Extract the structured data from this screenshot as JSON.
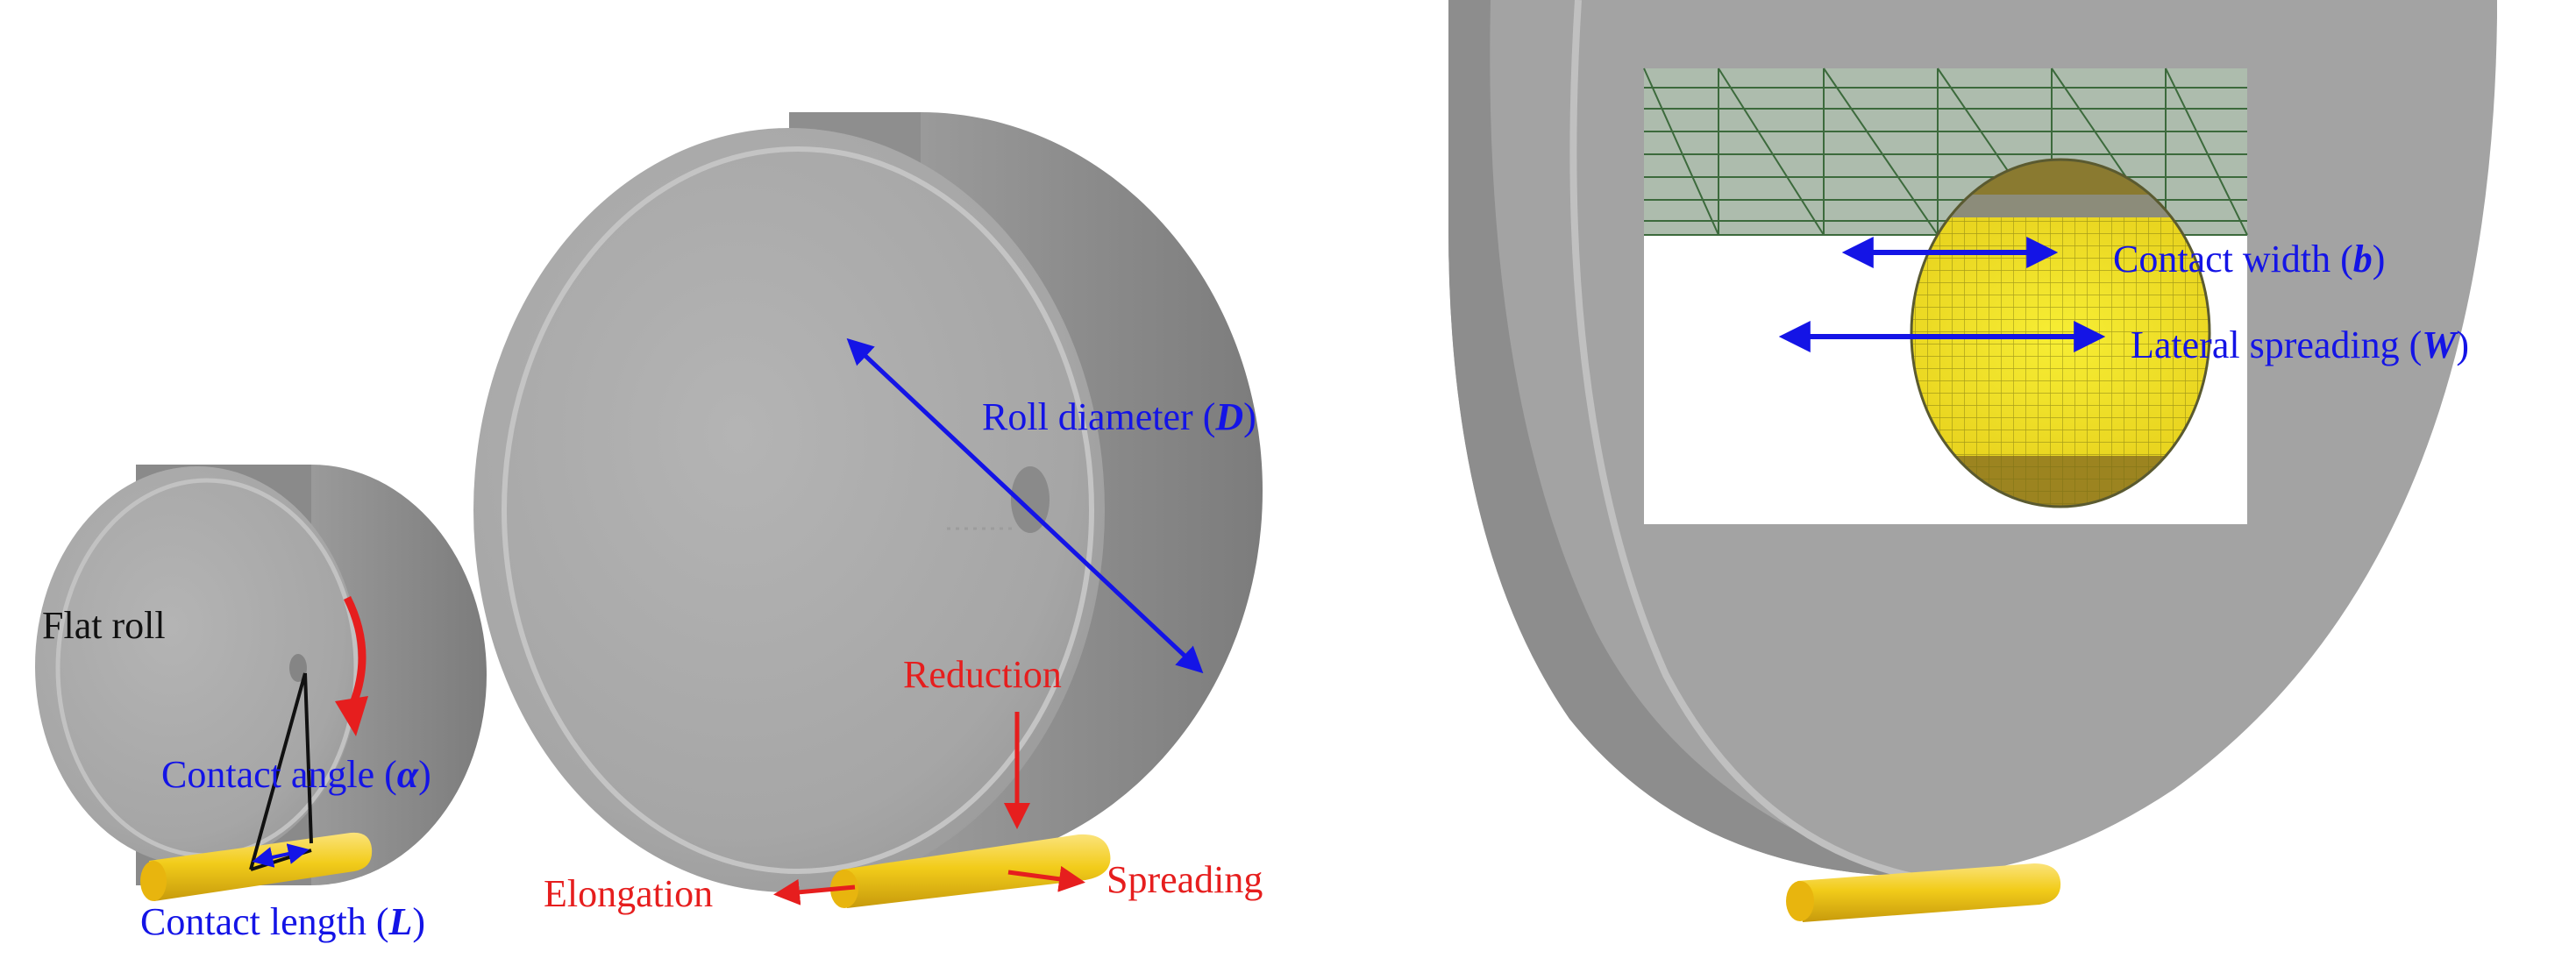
{
  "labels": {
    "flat_roll": "Flat roll",
    "contact_angle": "Contact angle",
    "contact_angle_symbol": "α",
    "contact_length": "Contact length",
    "contact_length_symbol": "L",
    "roll_diameter": "Roll diameter",
    "roll_diameter_symbol": "D",
    "reduction": "Reduction",
    "elongation": "Elongation",
    "spreading": "Spreading",
    "contact_width": "Contact width",
    "contact_width_symbol": "b",
    "lateral_spreading": "Lateral spreading",
    "lateral_spreading_symbol": "W"
  },
  "colors": {
    "roll_face": "#a9a9a9",
    "roll_rim": "#8c8c8c",
    "workpiece": "#f2cc1a",
    "workpiece_mesh": "#f5ec2a",
    "mesh_lines": "#3c6a3c",
    "dimension_blue": "#1414e6",
    "motion_red": "#e61e1e"
  }
}
